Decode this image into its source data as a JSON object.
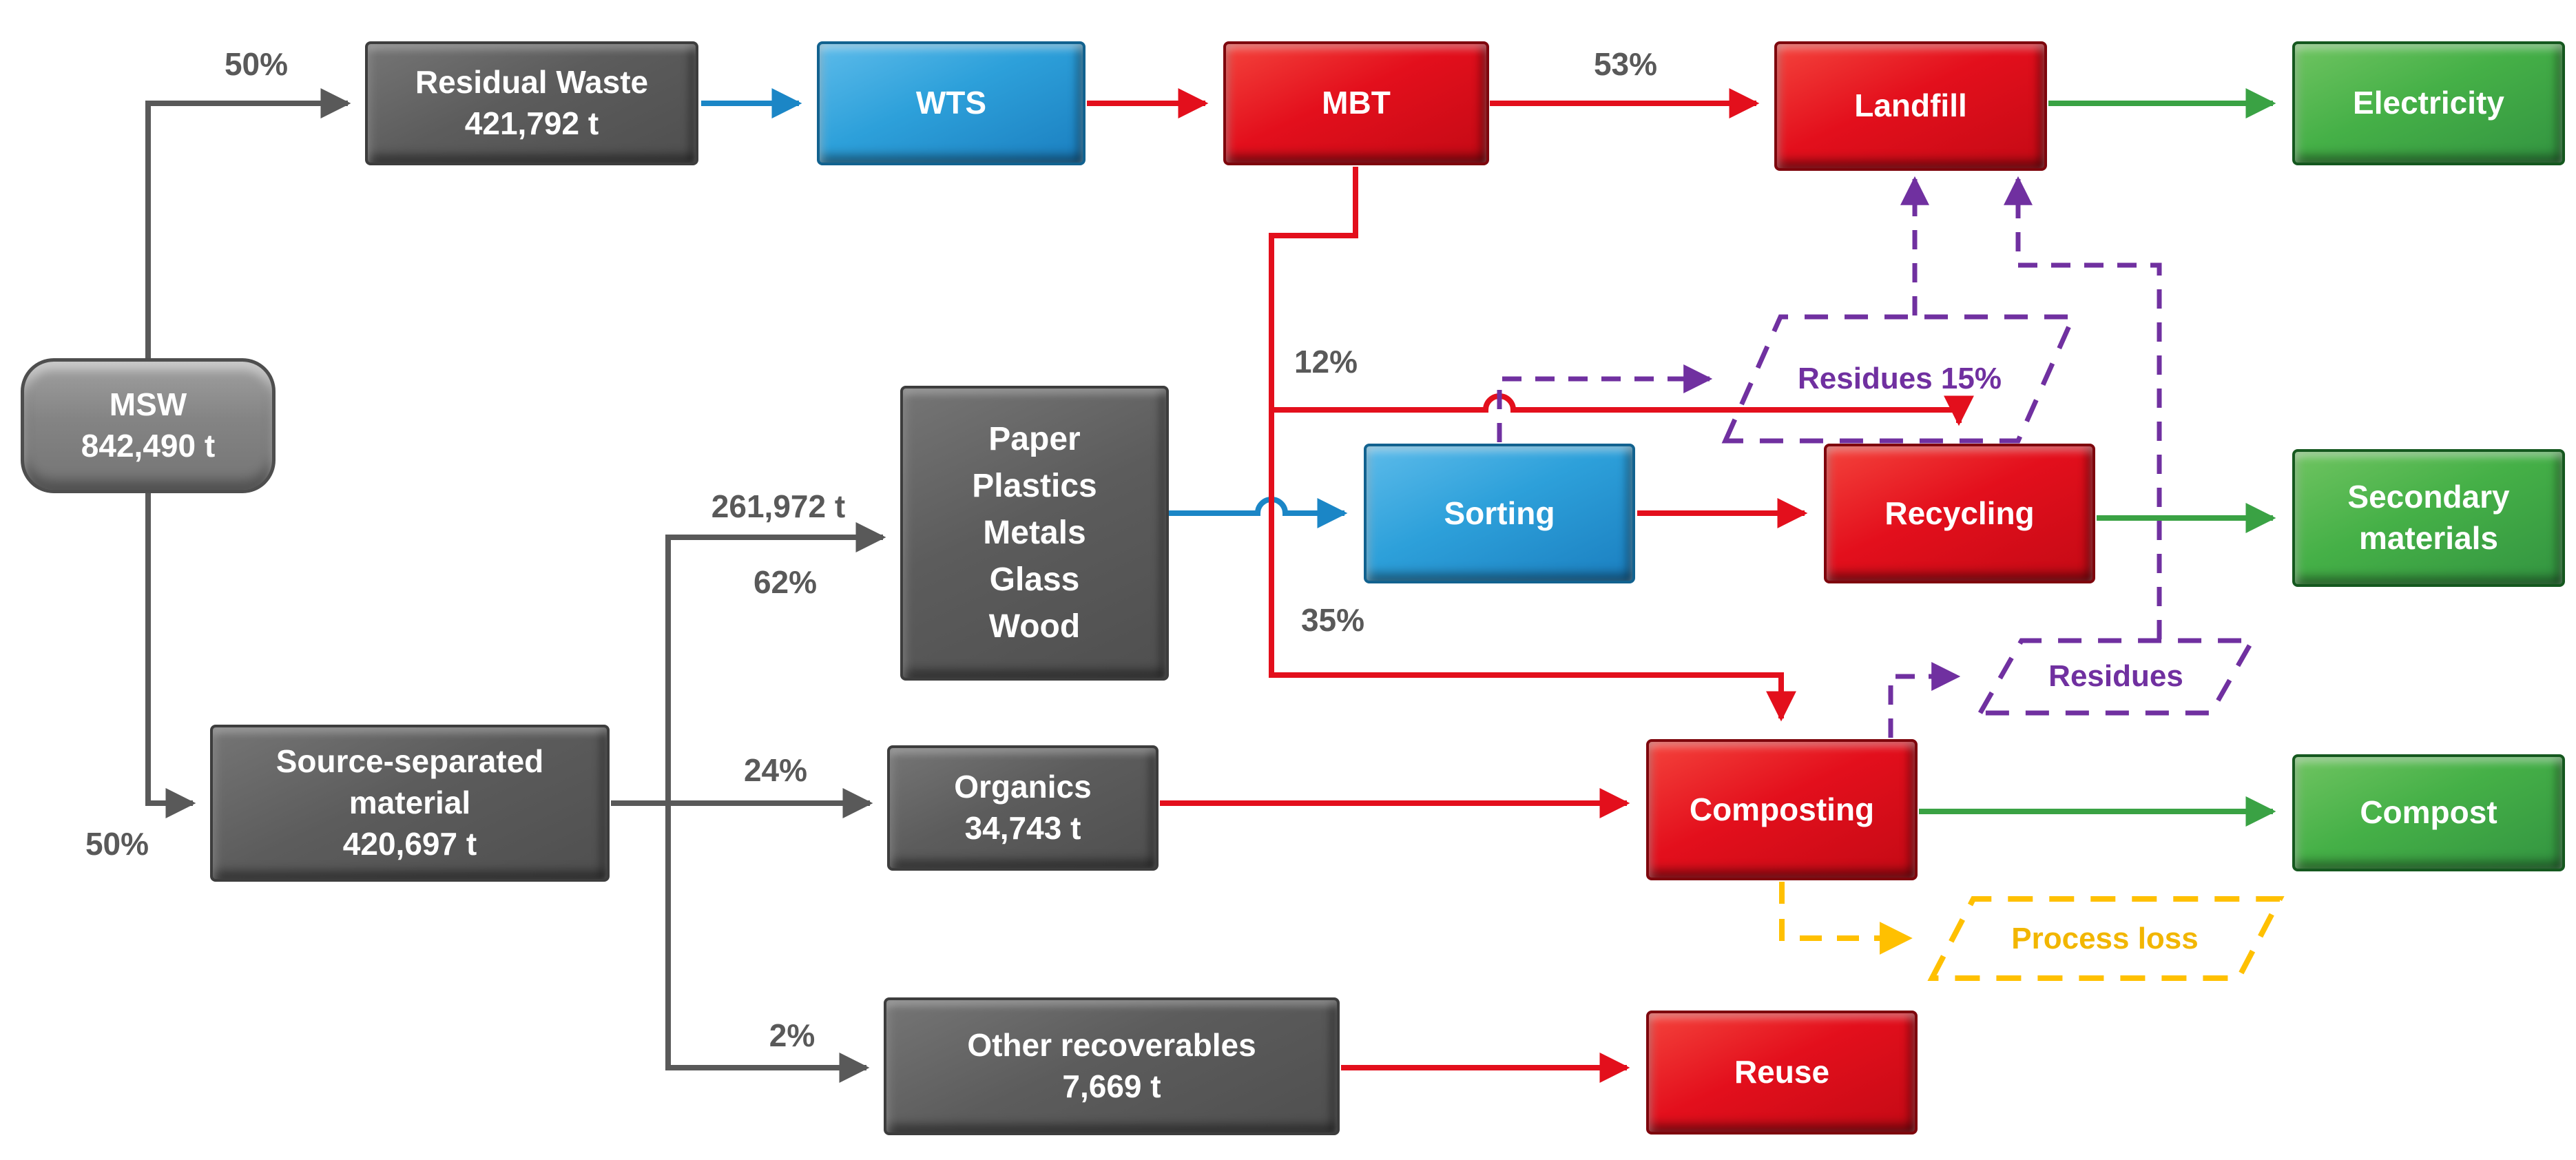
{
  "nodes": {
    "msw": {
      "label": "MSW\n842,490 t"
    },
    "residual_waste": {
      "label": "Residual Waste\n421,792 t"
    },
    "wts": {
      "label": "WTS"
    },
    "mbt": {
      "label": "MBT"
    },
    "landfill": {
      "label": "Landfill"
    },
    "electricity": {
      "label": "Electricity"
    },
    "mixed_recyclables": {
      "label": "Paper\nPlastics\nMetals\nGlass\nWood"
    },
    "sorting": {
      "label": "Sorting"
    },
    "recycling": {
      "label": "Recycling"
    },
    "secondary_materials": {
      "label": "Secondary\nmaterials"
    },
    "source_separated": {
      "label": "Source-separated\nmaterial\n420,697 t"
    },
    "organics": {
      "label": "Organics\n34,743 t"
    },
    "composting": {
      "label": "Composting"
    },
    "compost": {
      "label": "Compost"
    },
    "other_recoverables": {
      "label": "Other recoverables\n7,669 t"
    },
    "reuse": {
      "label": "Reuse"
    }
  },
  "flow_labels": {
    "residual_share": "50%",
    "source_share": "50%",
    "landfill_share": "53%",
    "sorting_share": "12%",
    "composting_share": "35%",
    "recyclables_tonnage": "261,972 t",
    "recyclables_share": "62%",
    "organics_share": "24%",
    "other_share": "2%"
  },
  "loss_nodes": {
    "residues_to_landfill": "Residues 15%",
    "residues_from_composting": "Residues",
    "process_loss": "Process loss"
  },
  "colors": {
    "process_red": "#e30f1c",
    "transfer_blue": "#2da0da",
    "output_green": "#45b047",
    "material_gray": "#595959",
    "msw_gray": "#848484",
    "residue_purple": "#7030a0",
    "loss_amber": "#ffc000",
    "connector_gray": "#595959"
  }
}
